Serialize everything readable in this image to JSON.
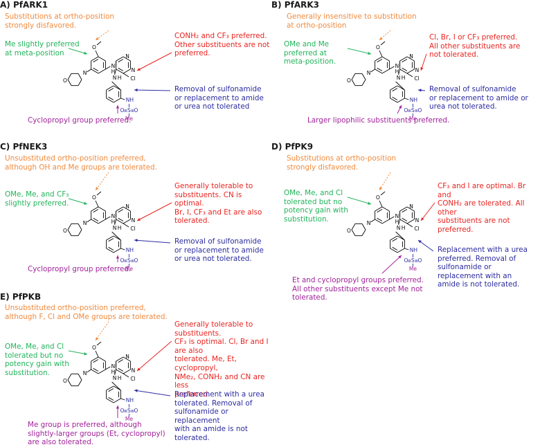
{
  "colors": {
    "ortho": "#f08a3c",
    "meta": "#22b35a",
    "pyrimidine5": "#e8231f",
    "sulfonamide": "#2b2ba0",
    "alkyl": "#a1229a"
  },
  "atoms": {
    "oxygen": "O",
    "n": "N",
    "nh": "H",
    "cl": "Cl",
    "nh_sulfonamide": "NH",
    "o": "O",
    "s": "S",
    "me": "Me"
  },
  "panels": [
    {
      "title": "A) PfARK1",
      "ortho": "Substitutions at ortho-position\nstrongly disfavored.",
      "meta": "Me slightly preferred\nat meta-position",
      "c5": "CONH₂ and CF₃ preferred.\nOther substituents are not\npreferred.",
      "sulfonamide": "Removal of sulfonamide\nor replacement to amide\nor urea not tolerated",
      "alkyl": "Cyclopropyl group preferred."
    },
    {
      "title": "B) PfARK3",
      "ortho": "Generally insensitive to substitution\nat ortho-position",
      "meta": "OMe and Me\npreferred at\nmeta-position.",
      "c5": "Cl, Br, I or CF₃ preferred.\nAll other substituents are\nnot tolerated.",
      "sulfonamide": "Removal of sulfonamide\nor replacement to amide or\nurea not tolerated.",
      "alkyl": "Larger lipophilic substituents preferred."
    },
    {
      "title": "C) PfNEK3",
      "ortho": "Unsubstituted ortho-position preferred,\nalthough OH and Me groups are tolerated.",
      "meta": "OMe, Me, and CF₃\nslightly preferred.",
      "c5": "Generally tolerable to\nsubstituents. CN is optimal.\nBr, I, CF₃ and Et are also\ntolerated.",
      "sulfonamide": "Removal of sulfonamide\nor replacement to amide\nor urea not tolerated.",
      "alkyl": "Cyclopropyl group preferred."
    },
    {
      "title": "D) PfPK9",
      "ortho": "Substitutions at ortho-position\nstrongly disfavored.",
      "meta": "OMe, Me, and Cl\ntolerated but no\npotency gain with\nsubstitution.",
      "c5": "CF₃ and I are optimal. Br and\nCONH₂ are tolerated. All other\nsubstituents are not preferred.",
      "sulfonamide": "Replacement with a urea\npreferred. Removal of\nsulfonamide or\nreplacement with an\namide is not tolerated.",
      "alkyl": "Et and cyclopropyl groups preferred.\nAll other substituents except Me not\ntolerated."
    },
    {
      "title": "E) PfPKB",
      "ortho": "Unsubstituted ortho-position preferred,\nalthough F, Cl and OMe groups are tolerated.",
      "meta": "OMe, Me, and Cl\ntolerated but no\npotency gain with\nsubstitution.",
      "c5": "Generally tolerable to substituents.\nCF₃ is optimal. Cl, Br and I are also\ntolerated. Me, Et, cyclopropyl,\nNMe₂, CONH₂ and CN are less\npreferred.",
      "sulfonamide": "Replacement with a urea\ntolerated. Removal of\nsulfonamide or replacement\nwith an amide is not tolerated.",
      "alkyl": "Me group is preferred, although\nslightly-larger groups (Et, cyclopropyl)\nare also tolerated."
    }
  ]
}
